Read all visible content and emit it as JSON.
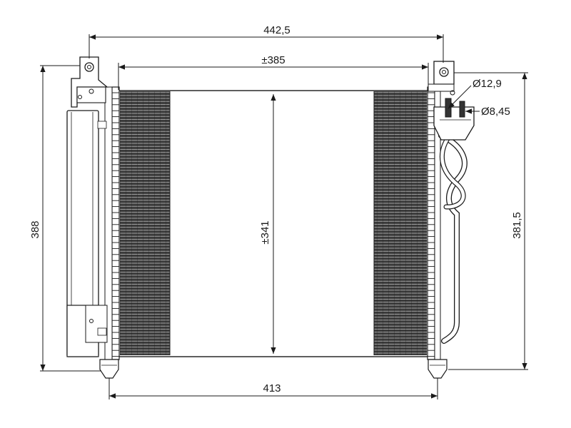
{
  "drawing": {
    "subject": "condenser",
    "dimensions": {
      "overall_width": "442,5",
      "core_width": "±385",
      "core_height": "±341",
      "left_height": "388",
      "right_height": "381,5",
      "bottom_width": "413",
      "pipe_diameter_large": "Ø12,9",
      "pipe_diameter_small": "Ø8,45"
    }
  }
}
